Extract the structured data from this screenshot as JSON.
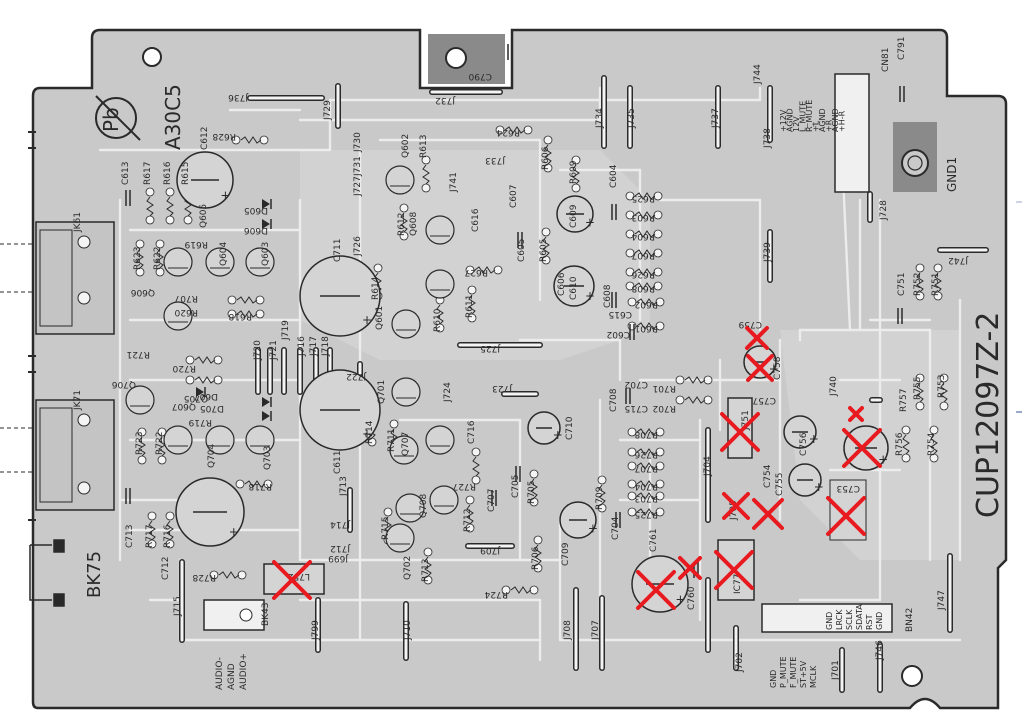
{
  "board": {
    "id": "CUP12097Z-2",
    "revision": "A30C5",
    "pb_mark": "Pb",
    "bk75": "BK75",
    "gnd1": "GND1",
    "audio_labels": [
      "AUDIO-",
      "AGND",
      "AUDIO+"
    ],
    "cn81_label": "CN81",
    "cn81_pins": [
      "+12V",
      "AGND",
      "12V",
      "L_MUTE",
      "R_MUTE",
      "+L",
      "AGND",
      "+R",
      "AGND",
      "+H-R"
    ],
    "bn42_label": "BN42",
    "bn42_left_pins": [
      "GND",
      "P_MUTE",
      "F_MUTE",
      "ST+5V",
      "MCLK"
    ],
    "bn42_right_pins": [
      "GND",
      "LRCK",
      "SCLK",
      "SDATA",
      "RST",
      "GND"
    ],
    "jack_top": "JK61",
    "jack_bottom": "JK71"
  },
  "components": {
    "labels": [
      "C612",
      "C613",
      "R617",
      "R616",
      "R615",
      "R628",
      "Q605",
      "R619",
      "R623",
      "R622",
      "Q604",
      "Q603",
      "Q606",
      "R620",
      "R618",
      "R707",
      "R721",
      "R720",
      "Q706",
      "Q607",
      "Q705",
      "R719",
      "R723",
      "R722",
      "Q704",
      "Q703",
      "R718",
      "C713",
      "R717",
      "R716",
      "C712",
      "R728",
      "D605",
      "D606",
      "D607",
      "D705",
      "C711",
      "C611",
      "J736",
      "J729",
      "J730",
      "J731",
      "J727",
      "J726",
      "J732",
      "C790",
      "R624",
      "J733",
      "R613",
      "Q602",
      "R614",
      "R612",
      "Q608",
      "C616",
      "J741",
      "Q601",
      "Q607",
      "R610",
      "R611",
      "R627",
      "C607",
      "R606",
      "R609",
      "C604",
      "C609",
      "C605",
      "R605",
      "C606",
      "C610",
      "C608",
      "R625",
      "R603",
      "R604",
      "R607",
      "R626",
      "R608",
      "R602",
      "R601",
      "C615",
      "C602",
      "J734",
      "J735",
      "J737",
      "J738",
      "J739",
      "J744",
      "C791",
      "J728",
      "J742",
      "J725",
      "J722",
      "J716",
      "J717",
      "J718",
      "J719",
      "J720",
      "J721",
      "J724",
      "Q701",
      "R714",
      "R711",
      "Q707",
      "R715",
      "Q702",
      "R713",
      "Q708",
      "R712",
      "C716",
      "C707",
      "R727",
      "C705",
      "R705",
      "J723",
      "C710",
      "C708",
      "C702",
      "R701",
      "R702",
      "C715",
      "R708",
      "R726",
      "R707",
      "R706",
      "R704",
      "R703",
      "R725",
      "C709",
      "C704",
      "R709",
      "J704",
      "C761",
      "C760",
      "IC77",
      "J709",
      "J710",
      "J708",
      "J707",
      "R724",
      "C759",
      "C758",
      "C757",
      "C754",
      "C755",
      "C756",
      "C753",
      "C751",
      "R752",
      "R751",
      "R755",
      "R757",
      "R753",
      "R756",
      "R754",
      "J740",
      "J702",
      "J701",
      "J746",
      "J747",
      "J715",
      "J799",
      "J699",
      "J714",
      "J713",
      "J712",
      "BK43",
      "L752",
      "J751",
      "J705"
    ],
    "marked_removed": [
      "C759",
      "C758",
      "J751",
      "C754",
      "C755",
      "C756",
      "C753",
      "C761",
      "C760",
      "IC77",
      "L752"
    ]
  },
  "colors": {
    "board": "#c9c9c9",
    "copper": "#d8d8d8",
    "pads": "#f4f4f4",
    "silk": "#2a2a2a",
    "outline": "#2a2a2a",
    "x_mark": "#e8191f",
    "edge_tick": "#99aacc"
  }
}
